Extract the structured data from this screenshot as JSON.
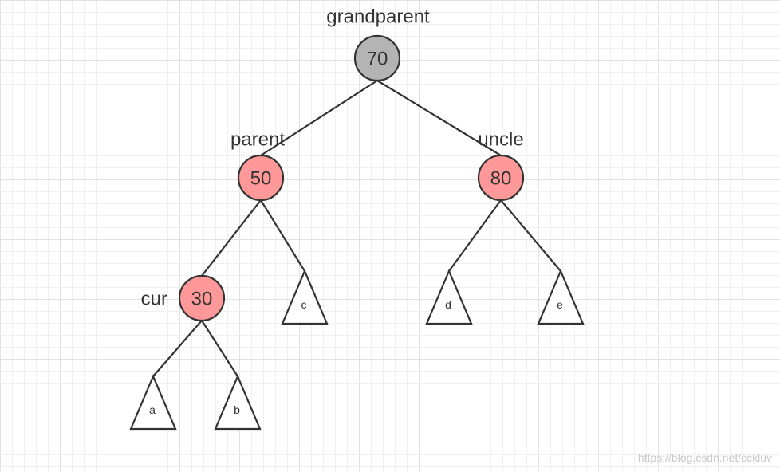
{
  "diagram": {
    "colors": {
      "grid_minor": "#f0f0f0",
      "grid_major": "#e2e2e2",
      "stroke": "#333333",
      "black_node": "#b4b4b4",
      "red_node": "#ff9999",
      "subtree_fill": "#ffffff",
      "watermark": "#c8c8c8"
    },
    "nodes": [
      {
        "id": "grandparent",
        "value": "70",
        "tag": "grandparent",
        "color": "black"
      },
      {
        "id": "parent",
        "value": "50",
        "tag": "parent",
        "color": "red"
      },
      {
        "id": "uncle",
        "value": "80",
        "tag": "uncle",
        "color": "red"
      },
      {
        "id": "cur",
        "value": "30",
        "tag": "cur",
        "color": "red"
      }
    ],
    "subtrees": [
      {
        "id": "a",
        "label": "a"
      },
      {
        "id": "b",
        "label": "b"
      },
      {
        "id": "c",
        "label": "c"
      },
      {
        "id": "d",
        "label": "d"
      },
      {
        "id": "e",
        "label": "e"
      }
    ],
    "edges": [
      {
        "from": "grandparent",
        "to": "parent"
      },
      {
        "from": "grandparent",
        "to": "uncle"
      },
      {
        "from": "parent",
        "to": "cur"
      },
      {
        "from": "parent",
        "to": "c"
      },
      {
        "from": "uncle",
        "to": "d"
      },
      {
        "from": "uncle",
        "to": "e"
      },
      {
        "from": "cur",
        "to": "a"
      },
      {
        "from": "cur",
        "to": "b"
      }
    ],
    "watermark": "https://blog.csdn.net/cckluv"
  }
}
